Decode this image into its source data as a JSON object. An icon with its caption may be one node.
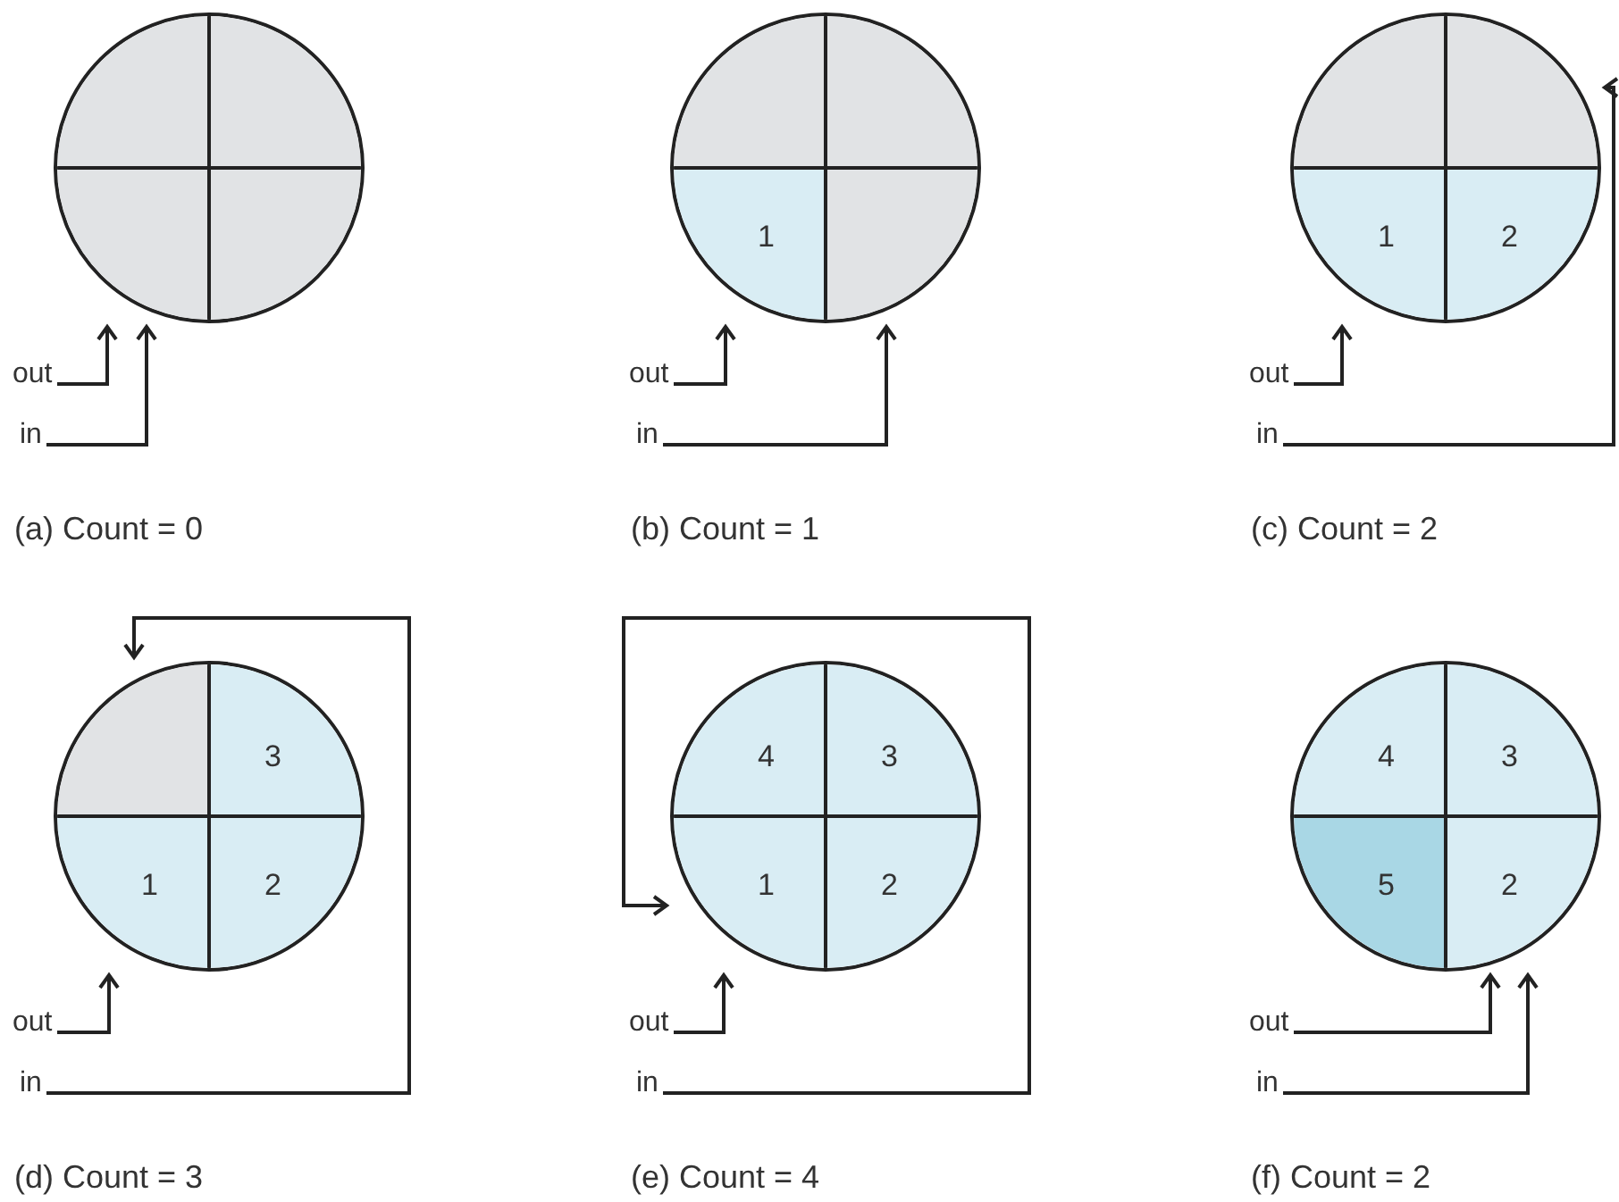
{
  "diagram": {
    "nodes": [
      {
        "text": [],
        "shape": "circle"
      },
      {
        "text": [],
        "shape": "sector",
        "in": 0
      },
      {
        "text": [],
        "shape": "sector",
        "in": 0
      },
      {
        "text": [],
        "shape": "sector",
        "in": 0
      },
      {
        "text": [],
        "shape": "sector",
        "in": 0
      },
      {
        "text": [
          "out"
        ]
      },
      {
        "text": [
          "in"
        ]
      },
      {
        "text": [],
        "shape": "circle"
      },
      {
        "text": [],
        "shape": "sector",
        "in": 7
      },
      {
        "text": [],
        "shape": "sector",
        "in": 7
      },
      {
        "text": [
          "1"
        ],
        "in": 7
      },
      {
        "text": [],
        "shape": "sector",
        "in": 7
      },
      {
        "text": [
          "out"
        ]
      },
      {
        "text": [
          "in"
        ]
      },
      {
        "text": [],
        "shape": "circle"
      },
      {
        "text": [],
        "shape": "sector",
        "in": 14
      },
      {
        "text": [],
        "shape": "sector",
        "in": 14
      },
      {
        "text": [
          "1"
        ],
        "in": 14
      },
      {
        "text": [
          "2"
        ],
        "in": 14
      },
      {
        "text": [
          "out"
        ]
      },
      {
        "text": [
          "in"
        ]
      },
      {
        "text": [],
        "shape": "circle"
      },
      {
        "text": [],
        "shape": "sector",
        "in": 21
      },
      {
        "text": [
          "3"
        ],
        "in": 21
      },
      {
        "text": [
          "1"
        ],
        "in": 21
      },
      {
        "text": [
          "2"
        ],
        "in": 21
      },
      {
        "text": [
          "out"
        ]
      },
      {
        "text": [
          "in"
        ]
      },
      {
        "text": [],
        "shape": "circle"
      },
      {
        "text": [
          "4"
        ],
        "in": 28
      },
      {
        "text": [
          "3"
        ],
        "in": 28
      },
      {
        "text": [
          "1"
        ],
        "in": 28
      },
      {
        "text": [
          "2"
        ],
        "in": 28
      },
      {
        "text": [
          "out"
        ]
      },
      {
        "text": [
          "in"
        ]
      },
      {
        "text": [],
        "shape": "circle"
      },
      {
        "text": [
          "4"
        ],
        "in": 35
      },
      {
        "text": [
          "3"
        ],
        "in": 35
      },
      {
        "text": [
          "5"
        ],
        "in": 35
      },
      {
        "text": [
          "2"
        ],
        "in": 35
      },
      {
        "text": [
          "out"
        ]
      },
      {
        "text": [
          "in"
        ]
      }
    ],
    "edges": [
      {
        "from": 5,
        "to": 0,
        "arrow": "to"
      },
      {
        "from": 6,
        "to": 0,
        "arrow": "to"
      },
      {
        "from": 12,
        "to": 7,
        "arrow": "to"
      },
      {
        "from": 13,
        "to": 7,
        "arrow": "to"
      },
      {
        "from": 19,
        "to": 14,
        "arrow": "to"
      },
      {
        "from": 20,
        "to": 14,
        "arrow": "to"
      },
      {
        "from": 26,
        "to": 21,
        "arrow": "to"
      },
      {
        "from": 27,
        "to": 21,
        "arrow": "to"
      },
      {
        "from": 33,
        "to": 28,
        "arrow": "to"
      },
      {
        "from": 34,
        "to": 28,
        "arrow": "to"
      },
      {
        "from": 40,
        "to": 35,
        "arrow": "to"
      },
      {
        "from": 41,
        "to": 35,
        "arrow": "to"
      }
    ],
    "labels": [
      "(a) Count = 0",
      "(b) Count = 1",
      "(c) Count = 2",
      "(d) Count = 3",
      "(e) Count = 4",
      "(f) Count = 2"
    ]
  }
}
